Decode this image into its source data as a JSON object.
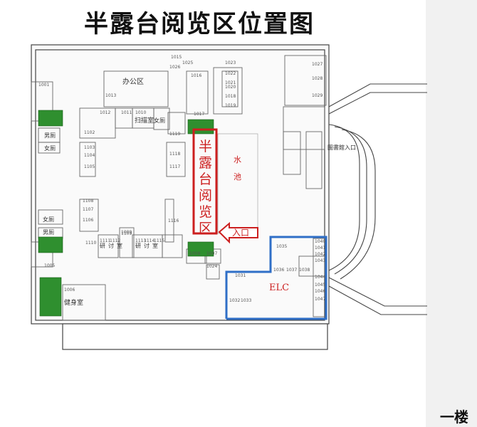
{
  "title": "半露台阅览区位置图",
  "floor": "一楼",
  "highlight": {
    "zone_label": [
      "半",
      "露",
      "台",
      "阅",
      "览",
      "区"
    ],
    "entrance": "入口",
    "water": [
      "水",
      "池"
    ],
    "elc": "ELC",
    "border_color": "#cc1f1f",
    "elc_color": "#2f6fc7"
  },
  "areas": {
    "office": "办公区",
    "cleaning": "扫描室",
    "gym": "健身室",
    "library_entrance": "圖書館入口",
    "men": "男厕",
    "women": "女厕",
    "research": [
      "研",
      "讨",
      "室"
    ]
  },
  "room_numbers": [
    "1001",
    "1005",
    "1006",
    "1008",
    "1007",
    "1009",
    "1010",
    "1011",
    "1012",
    "1013",
    "1015",
    "1016",
    "1017",
    "1018",
    "1019",
    "1020",
    "1021",
    "1022",
    "1023",
    "1024",
    "1025",
    "1026",
    "1027",
    "1028",
    "1029",
    "1031",
    "1032",
    "1033",
    "1035",
    "1036",
    "1037",
    "1038",
    "1040",
    "1041",
    "1042",
    "1043",
    "1044",
    "1045",
    "1046",
    "1047",
    "1102",
    "1103",
    "1104",
    "1105",
    "1106",
    "1107",
    "1108",
    "1109",
    "1110",
    "1111",
    "1112",
    "1113",
    "1114",
    "1115",
    "1116",
    "1117",
    "1118",
    "1119"
  ]
}
